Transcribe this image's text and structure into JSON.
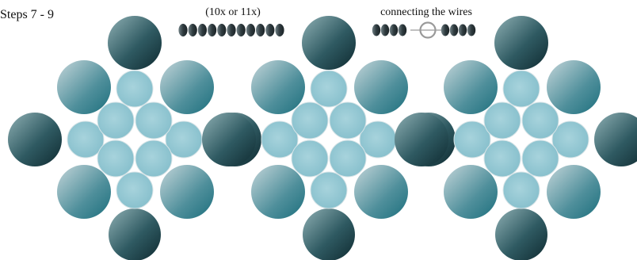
{
  "title": "Steps 7 - 9",
  "legend": {
    "bead_count_label": "(10x or 11x)",
    "connect_label": "connecting the wires"
  },
  "colors": {
    "background": "#ffffff",
    "dark_bead_light": "#8fb0b4",
    "dark_bead_dark": "#0f2a30",
    "teal_bead_light": "#c4d6da",
    "teal_bead_dark": "#1d6f7d",
    "small_bead": "#8ec6d2",
    "seed_bead": "#2f3b3f",
    "ring": "#9a9a9a"
  },
  "icons": {
    "bead_strand": "oval-bead-strand",
    "connector": "open-ring-connector"
  },
  "units": [
    {
      "name": "unit-1"
    },
    {
      "name": "unit-2"
    },
    {
      "name": "unit-3"
    }
  ]
}
